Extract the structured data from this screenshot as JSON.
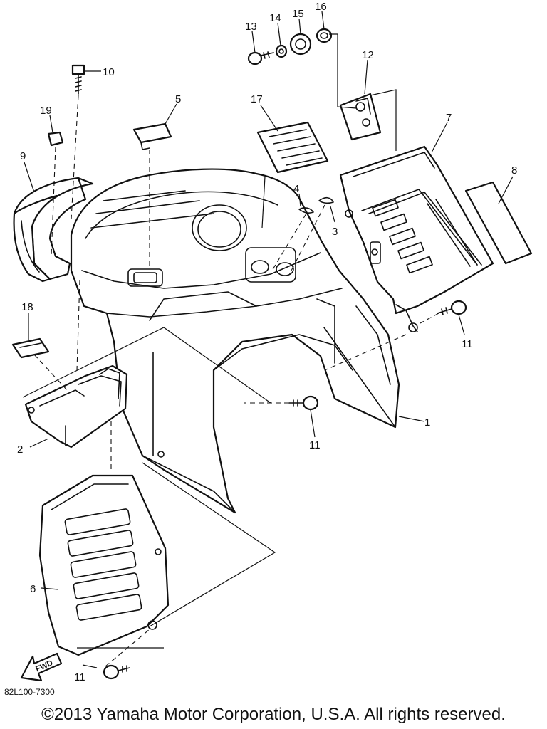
{
  "diagram": {
    "callouts": {
      "c1": "1",
      "c2": "2",
      "c3": "3",
      "c4": "4",
      "c5": "5",
      "c6": "6",
      "c7": "7",
      "c8": "8",
      "c9": "9",
      "c10": "10",
      "c11a": "11",
      "c11b": "11",
      "c11c": "11",
      "c12": "12",
      "c13": "13",
      "c14": "14",
      "c15": "15",
      "c16": "16",
      "c17": "17",
      "c18": "18",
      "c19": "19"
    },
    "fwd_label": "FWD",
    "reference_code": "82L100-7300"
  },
  "footer": {
    "copyright": "©2013 Yamaha Motor Corporation, U.S.A. All rights reserved."
  }
}
